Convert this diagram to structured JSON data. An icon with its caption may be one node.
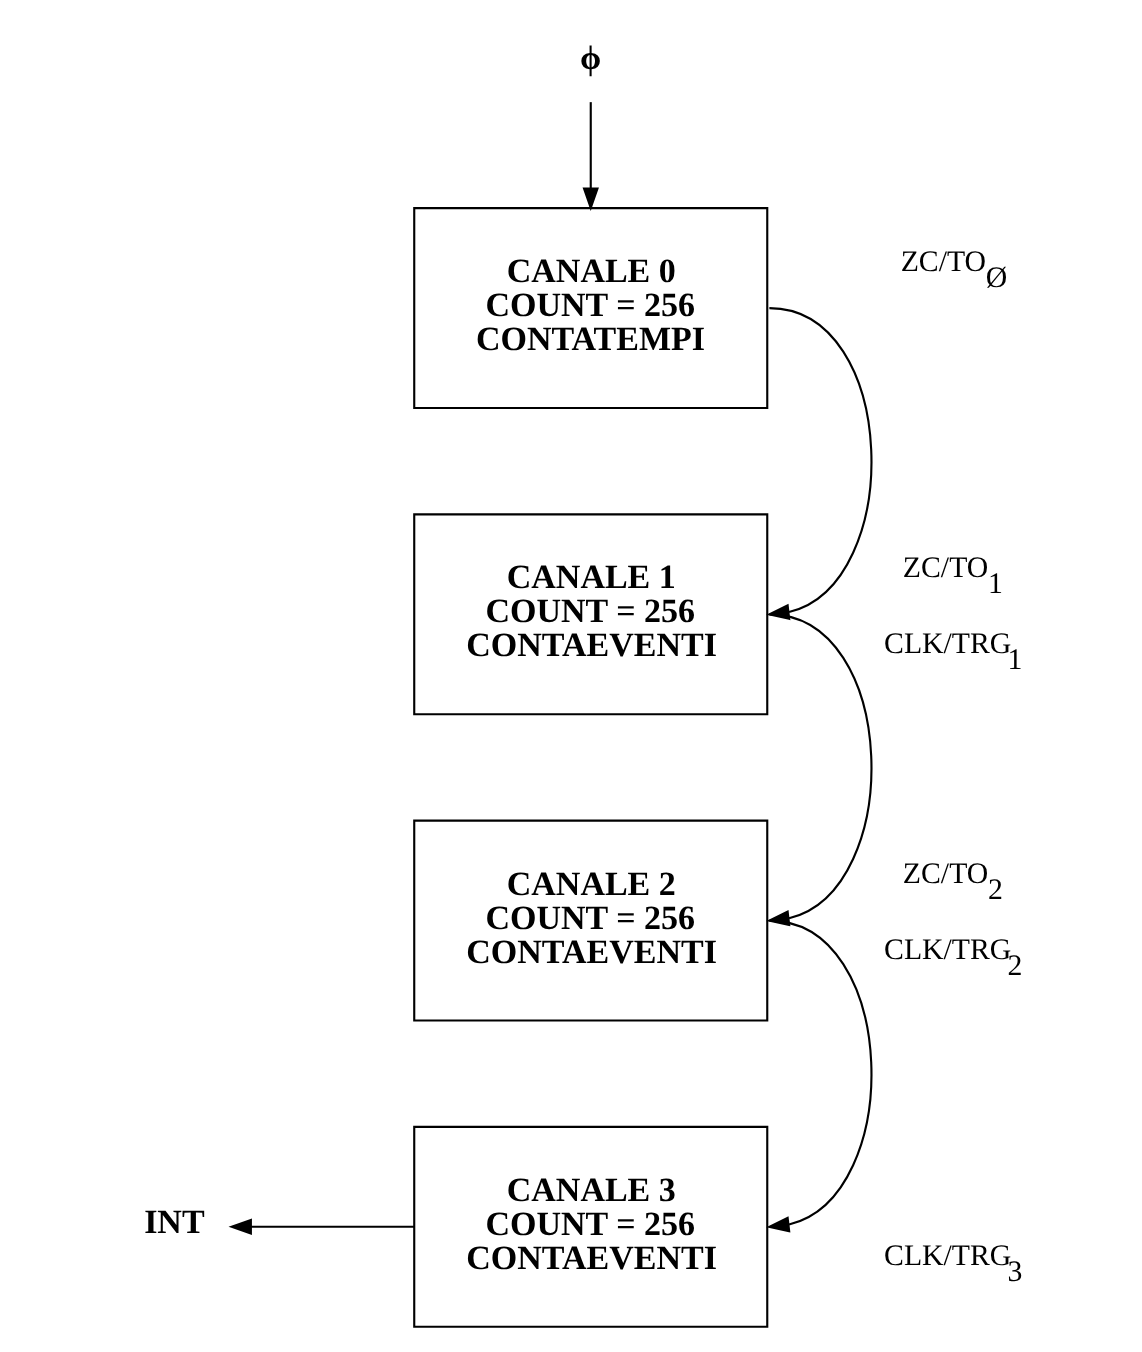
{
  "diagram": {
    "nodes": [
      {
        "text": [
          "ϕ"
        ]
      },
      {
        "text": [
          "CANALE 0",
          "COUNT = 256",
          "CONTATEMPI"
        ]
      },
      {
        "text": [
          "CANALE 1",
          "COUNT = 256",
          "CONTAEVENTI"
        ]
      },
      {
        "text": [
          "CANALE 2",
          "COUNT = 256",
          "CONTAEVENTI"
        ]
      },
      {
        "text": [
          "CANALE 3",
          "COUNT = 256",
          "CONTAEVENTI"
        ]
      },
      {
        "text": [
          "INT"
        ]
      }
    ],
    "edges": [
      {
        "from": 0,
        "to": 1,
        "arrow": "to"
      },
      {
        "from": 1,
        "to": 2,
        "arrow": "to"
      },
      {
        "from": 2,
        "to": 3,
        "arrow": "to"
      },
      {
        "from": 3,
        "to": 4,
        "arrow": "to"
      },
      {
        "from": 4,
        "to": 5,
        "arrow": "to"
      }
    ],
    "labels": [
      "ZC/TO$_{Ø}$",
      "CLK/TRG$_{1}$",
      "ZC/TO$_{1}$",
      "CLK/TRG$_{2}$",
      "ZC/TO$_{2}$",
      "CLK/TRG$_{3}$"
    ]
  }
}
